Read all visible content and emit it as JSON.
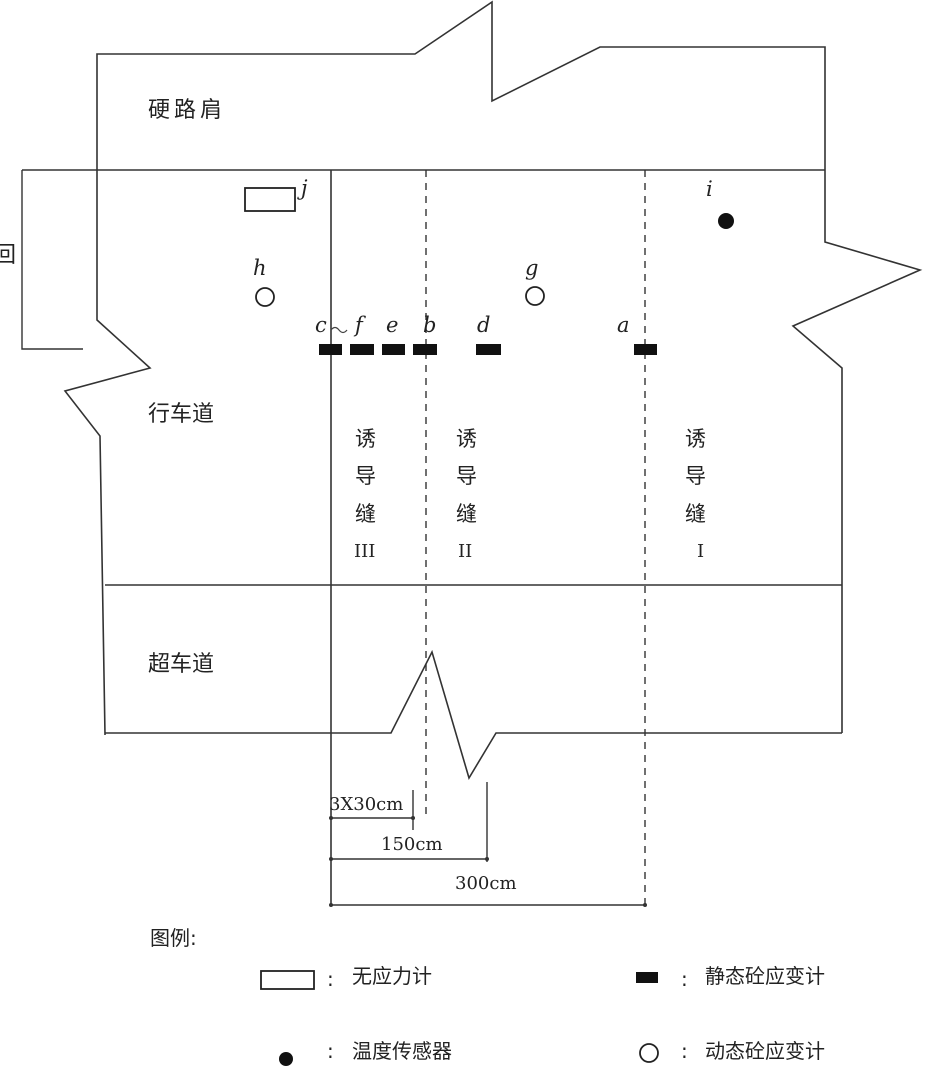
{
  "zones": {
    "hard_shoulder": "硬路肩",
    "driving_lane": "行车道",
    "overtaking_lane": "超车道"
  },
  "joints": [
    {
      "chars": [
        "诱",
        "导",
        "缝"
      ],
      "num": "III"
    },
    {
      "chars": [
        "诱",
        "导",
        "缝"
      ],
      "num": "II"
    },
    {
      "chars": [
        "诱",
        "导",
        "缝"
      ],
      "num": "I"
    }
  ],
  "points": {
    "a": "a",
    "b": "b",
    "c": "c",
    "d": "d",
    "e": "e",
    "f": "f",
    "g": "g",
    "h": "h",
    "i": "i",
    "j": "j"
  },
  "dimensions": {
    "d1": "3X30cm",
    "d2": "150cm",
    "d3": "300cm"
  },
  "legend": {
    "title": "图例:",
    "sep": ":",
    "stress_free_meter": "无应力计",
    "static_strain_gauge": "静态砼应变计",
    "temperature_sensor": "温度传感器",
    "dynamic_strain_gauge": "动态砼应变计"
  },
  "side_label": "回"
}
